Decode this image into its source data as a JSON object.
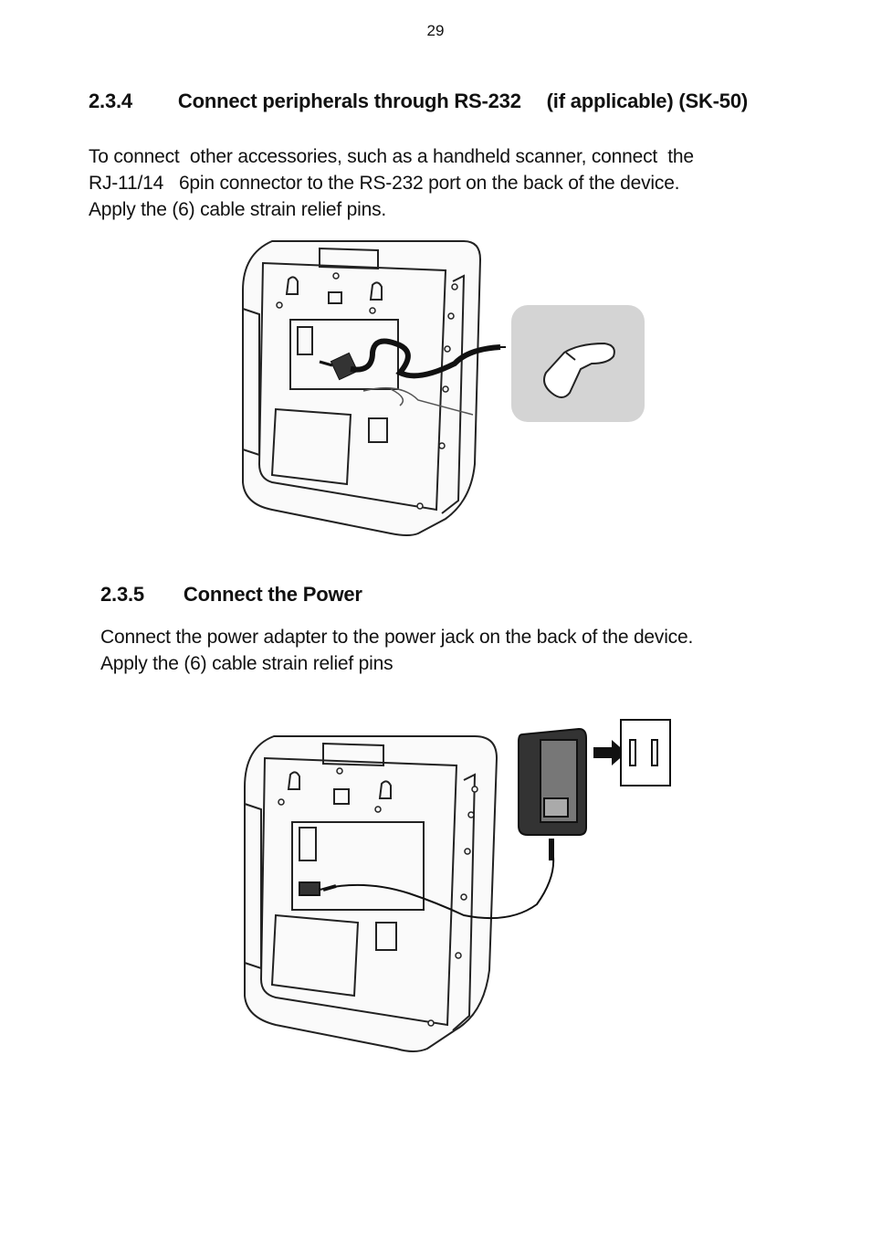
{
  "page_number": "29",
  "section_234": {
    "number": "2.3.4",
    "title": "Connect peripherals through RS-232",
    "title_suffix": "(if applicable) (SK-50)",
    "lines": [
      "To connect  other accessories, such as a handheld scanner, connect  the",
      "RJ-11/14   6pin connector to the RS-232 port on the back of the device.",
      "Apply the (6) cable strain relief pins."
    ]
  },
  "section_235": {
    "number": "2.3.5",
    "title": "Connect the Power",
    "lines": [
      "Connect the power adapter to the power jack on the back of the device.",
      "Apply the (6) cable strain relief pins"
    ]
  }
}
